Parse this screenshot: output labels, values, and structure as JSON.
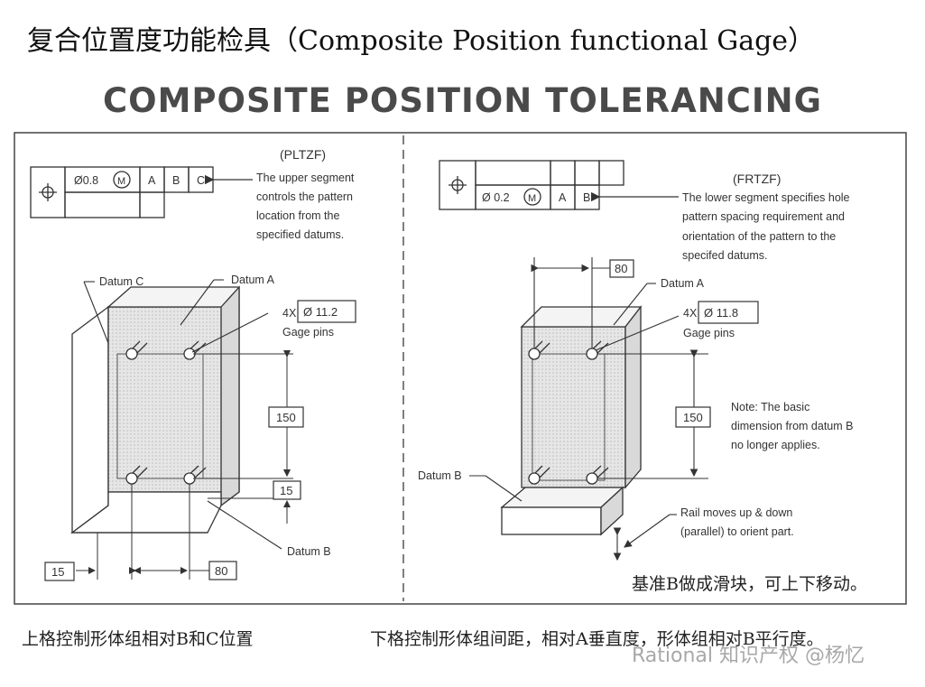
{
  "header": {
    "title": "复合位置度功能检具（Composite Position functional Gage）",
    "banner": "COMPOSITE POSITION TOLERANCING"
  },
  "left_panel": {
    "frame_label": "(PLTZF)",
    "fcf": {
      "symbol": "⌖",
      "tol": "Ø0.8",
      "mod": "M",
      "d1": "A",
      "d2": "B",
      "d3": "C"
    },
    "note": [
      "The upper segment",
      "controls the pattern",
      "location from the",
      "specified datums."
    ],
    "datum_c": "Datum C",
    "datum_a": "Datum A",
    "datum_b": "Datum B",
    "pins_count": "4X",
    "pin_dia": "Ø 11.2",
    "pins_label": "Gage pins",
    "dim_150": "150",
    "dim_15_v": "15",
    "dim_15_h": "15",
    "dim_80": "80"
  },
  "right_panel": {
    "frame_label": "(FRTZF)",
    "fcf": {
      "symbol": "⌖",
      "tol": "Ø 0.2",
      "mod": "M",
      "d1": "A",
      "d2": "B"
    },
    "note": [
      "The lower segment specifies hole",
      "pattern spacing requirement and",
      "orientation of the pattern to the",
      "specifed datums."
    ],
    "dim_80": "80",
    "datum_a": "Datum A",
    "pins_count": "4X",
    "pin_dia": "Ø 11.8",
    "pins_label": "Gage pins",
    "dim_150": "150",
    "note2": [
      "Note: The basic",
      "dimension from datum B",
      "no longer applies."
    ],
    "datum_b": "Datum B",
    "rail": [
      "Rail moves up & down",
      "(parallel) to orient part."
    ]
  },
  "chinese_note": "基准B做成滑块，可上下移动。",
  "captions": {
    "left": "上格控制形体组相对B和C位置",
    "right": "下格控制形体组间距，相对A垂直度，形体组相对B平行度。"
  },
  "watermark": "Rational 知识产权 @杨忆"
}
